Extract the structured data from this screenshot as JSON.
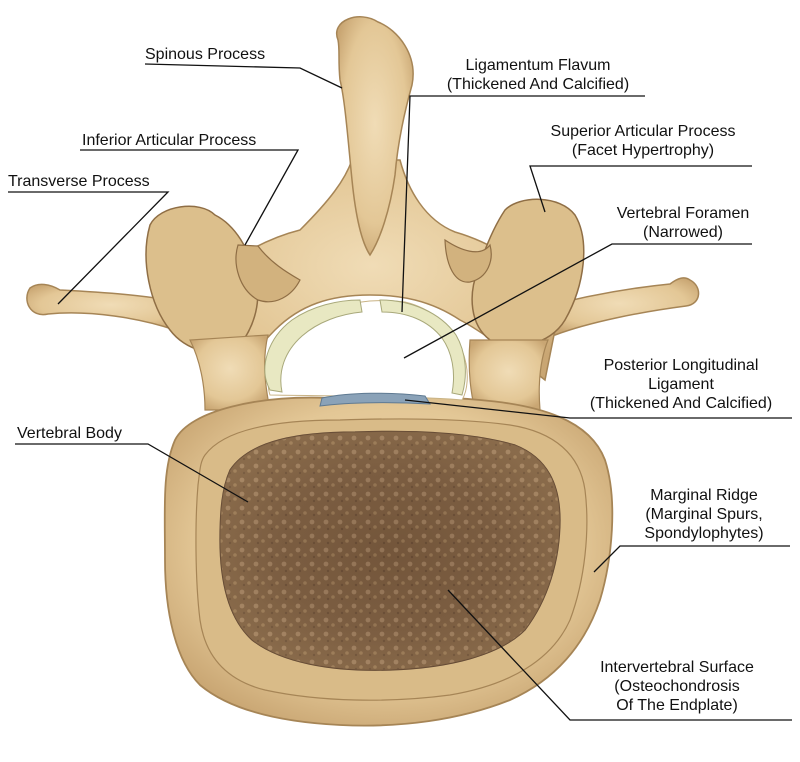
{
  "colors": {
    "bone": "#e8cfa4",
    "bone_shadow": "#b99866",
    "bone_dark": "#7e6240",
    "cancellous": "#7a5c40",
    "cancellous_light": "#a88862",
    "ligament_flavum": "#e6e6c0",
    "ligament_posterior": "#8aa2b8",
    "leader_line": "#111111"
  },
  "labels": {
    "spinous_process": [
      "Spinous Process"
    ],
    "ligamentum_flavum": [
      "Ligamentum Flavum",
      "(Thickened And Calcified)"
    ],
    "inferior_articular_process": [
      "Inferior Articular Process"
    ],
    "superior_articular_process": [
      "Superior Articular Process",
      "(Facet Hypertrophy)"
    ],
    "transverse_process": [
      "Transverse Process"
    ],
    "vertebral_foramen": [
      "Vertebral Foramen",
      "(Narrowed)"
    ],
    "posterior_longitudinal_ligament": [
      "Posterior Longitudinal",
      "Ligament",
      "(Thickened And Calcified)"
    ],
    "vertebral_body": [
      "Vertebral Body"
    ],
    "marginal_ridge": [
      "Marginal Ridge",
      "(Marginal Spurs,",
      "Spondylophytes)"
    ],
    "intervertebral_surface": [
      "Intervertebral Surface",
      "(Osteochondrosis",
      "Of The Endplate)"
    ]
  }
}
